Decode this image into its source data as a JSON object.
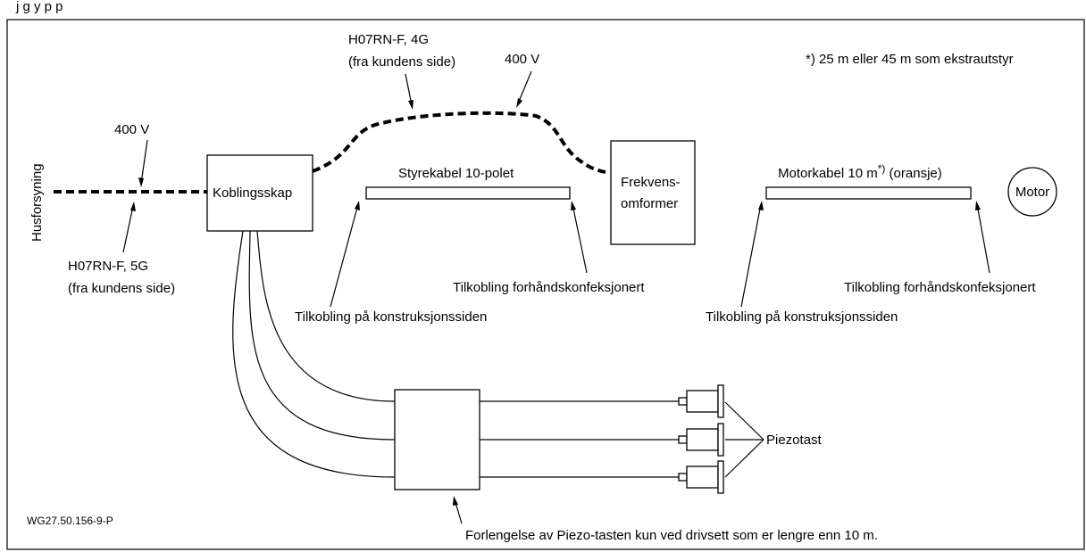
{
  "header_fragment": "j                                     g     y                                          p           p",
  "labels": {
    "hus_forsyning": "Husforsyning",
    "v400_left": "400 V",
    "h07_5g_line1": "H07RN-F, 5G",
    "h07_5g_line2": "(fra kundens side)",
    "koblingsskap": "Koblingsskap",
    "h07_4g_line1": "H07RN-F, 4G",
    "h07_4g_line2": "(fra kundens side)",
    "v400_top": "400 V",
    "extra_note": "*) 25 m eller 45 m som ekstrautstyr",
    "styrekabel": "Styrekabel 10-polet",
    "frekvens_line1": "Frekvens-",
    "frekvens_line2": "omformer",
    "motorkabel": "Motorkabel 10 m",
    "motorkabel_sup": "*)",
    "motorkabel_suffix": " (oransje)",
    "motor": "Motor",
    "tilkobling_forhand_1": "Tilkobling forhåndskonfeksjonert",
    "tilkobling_konstruksjon_1": "Tilkobling på konstruksjonssiden",
    "tilkobling_forhand_2": "Tilkobling forhåndskonfeksjonert",
    "tilkobling_konstruksjon_2": "Tilkobling på konstruksjonssiden",
    "piezotast": "Piezotast",
    "figure_id": "WG27.50.156-9-P",
    "forlengelse": "Forlengelse av Piezo-tasten kun ved drivsett som er lengre enn 10 m."
  }
}
